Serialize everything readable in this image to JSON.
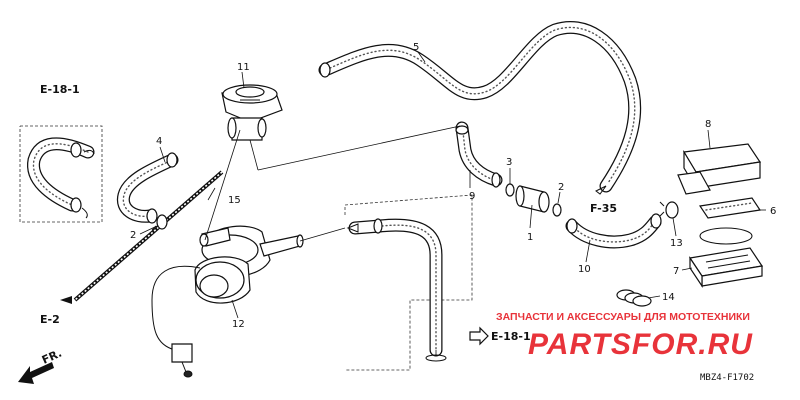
{
  "callouts": {
    "p1": "1",
    "p2a": "2",
    "p2b": "2",
    "p3": "3",
    "p4": "4",
    "p5": "5",
    "p6": "6",
    "p7": "7",
    "p8": "8",
    "p9": "9",
    "p10": "10",
    "p11": "11",
    "p12": "12",
    "p13": "13",
    "p14": "14",
    "p15": "15"
  },
  "references": {
    "e18_top": "E-18-1",
    "e18_bottom": "E-18-1",
    "e2": "E-2",
    "f35": "F-35",
    "front": "FR."
  },
  "watermark": {
    "caption": "ЗАПЧАСТИ И АКСЕССУАРЫ ДЛЯ МОТОТЕХНИКИ",
    "brand": "PARTSFOR.RU"
  },
  "diagram_code": "MBZ4-F1702"
}
